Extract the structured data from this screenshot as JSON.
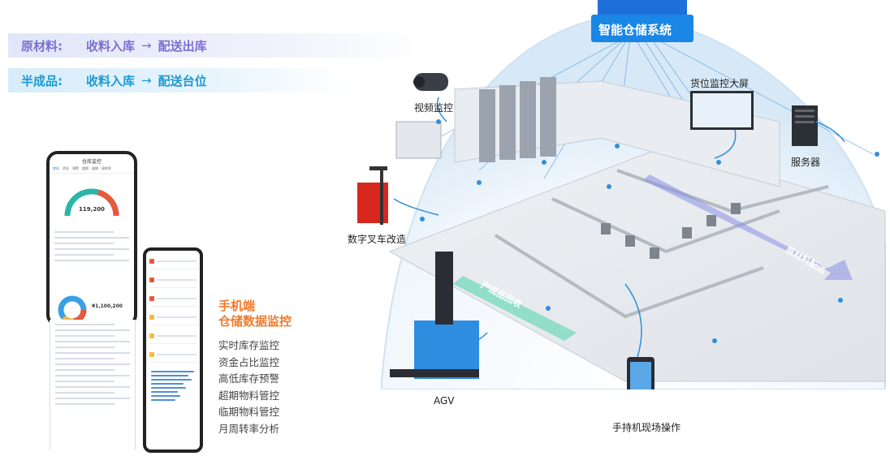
{
  "flows": [
    {
      "label": "原材料:",
      "from": "收料入库",
      "arrow": "→",
      "to": "配送出库"
    },
    {
      "label": "半成品:",
      "from": "收料入库",
      "arrow": "→",
      "to": "配送台位"
    }
  ],
  "phone_main": {
    "title": "仓库监控",
    "tabs": [
      "库存",
      "资金",
      "预警",
      "超期",
      "临期",
      "周转率"
    ],
    "stock_total": "119,200",
    "fund_total": "¥1,100,200"
  },
  "mobile": {
    "title_line1": "手机端",
    "title_line2": "仓储数据监控",
    "features": [
      "实时库存监控",
      "资金占比监控",
      "高低库存预警",
      "超期物料管控",
      "临期物料管控",
      "月周转率分析"
    ]
  },
  "scene": {
    "system_title": "智能仓储系统",
    "labels": {
      "video": "视频监控",
      "screen": "货位监控大屏",
      "server": "服务器",
      "forklift": "数字叉车改造",
      "agv": "AGV",
      "handheld": "手持机现场操作",
      "raw_delivery": "原材料配送",
      "wip_return": "产成品回收"
    }
  },
  "colors": {
    "raw": "#7b6fd1",
    "wip": "#1a9ad6",
    "accent": "#f07a2a",
    "link": "#2f8fdc"
  }
}
